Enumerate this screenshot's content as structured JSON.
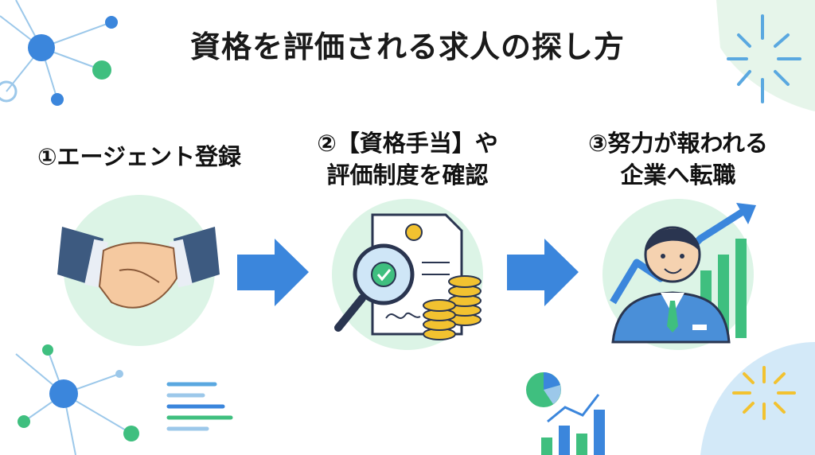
{
  "title": "資格を評価される求人の探し方",
  "steps": [
    {
      "lines": [
        "①エージェント登録"
      ],
      "icon": "handshake"
    },
    {
      "lines": [
        "②【資格手当】や",
        "評価制度を確認"
      ],
      "icon": "certificate-magnifier-coins"
    },
    {
      "lines": [
        "③努力が報われる",
        "企業へ転職"
      ],
      "icon": "businessman-growth-chart"
    }
  ],
  "colors": {
    "circle": "#dcf4e6",
    "arrow": "#3b86dc",
    "green": "#3fbf7f",
    "blue": "#3b86dc",
    "gold": "#f2c230"
  }
}
